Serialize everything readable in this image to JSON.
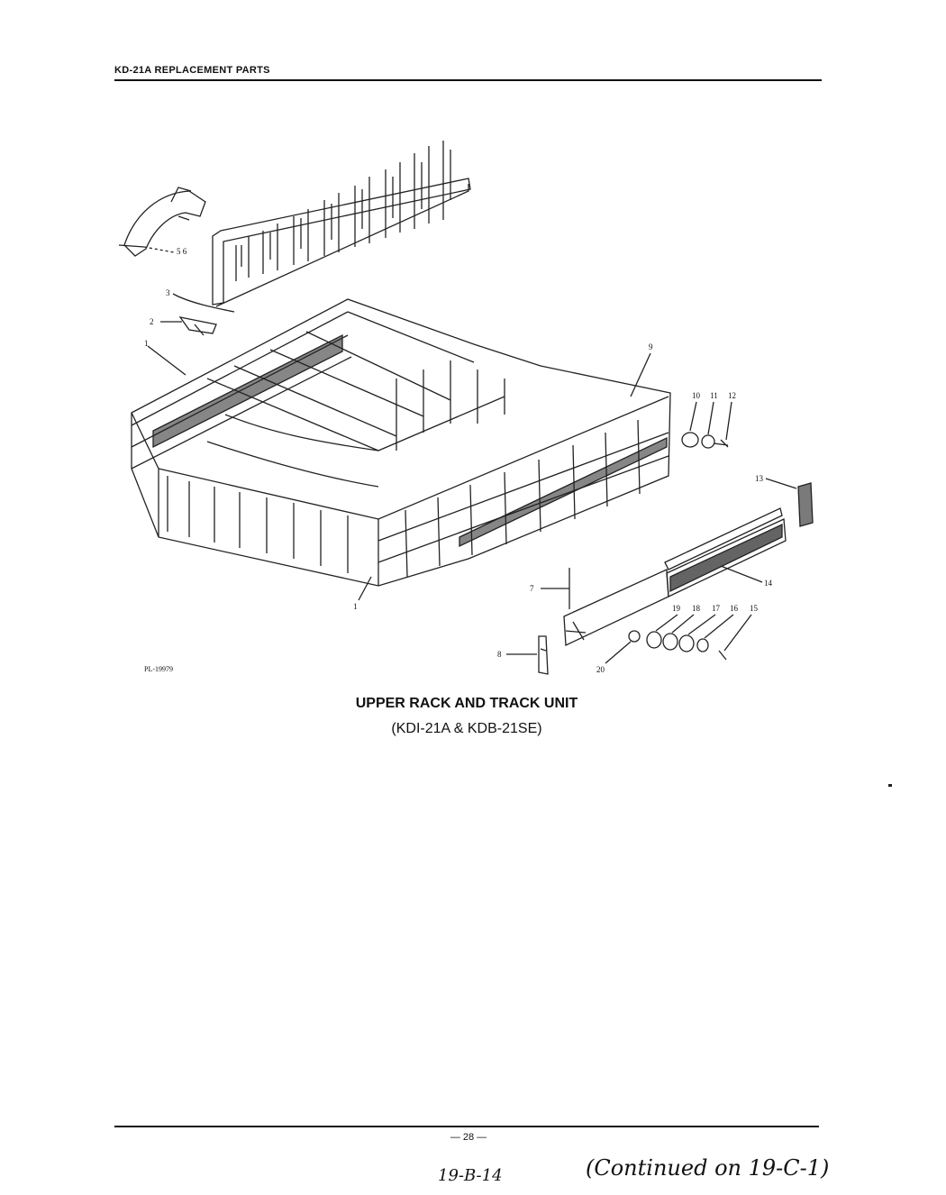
{
  "header": {
    "title": "KD-21A REPLACEMENT PARTS"
  },
  "figure": {
    "callouts": {
      "c1a": "1",
      "c1b": "1",
      "c2": "2",
      "c3": "3",
      "c56": "5 6",
      "c7": "7",
      "c8": "8",
      "c9": "9",
      "c10": "10",
      "c11": "11",
      "c12": "12",
      "c13": "13",
      "c14": "14",
      "c15": "15",
      "c16": "16",
      "c17": "17",
      "c18": "18",
      "c19": "19",
      "c20": "20"
    },
    "ref_code": "PL-19979"
  },
  "caption": {
    "title": "UPPER RACK AND TRACK UNIT",
    "subtitle": "(KDI-21A & KDB-21SE)"
  },
  "footer": {
    "page_number": "— 28 —",
    "handwritten_left": "19-B-14",
    "handwritten_right": "(Continued on 19-C-1)"
  }
}
